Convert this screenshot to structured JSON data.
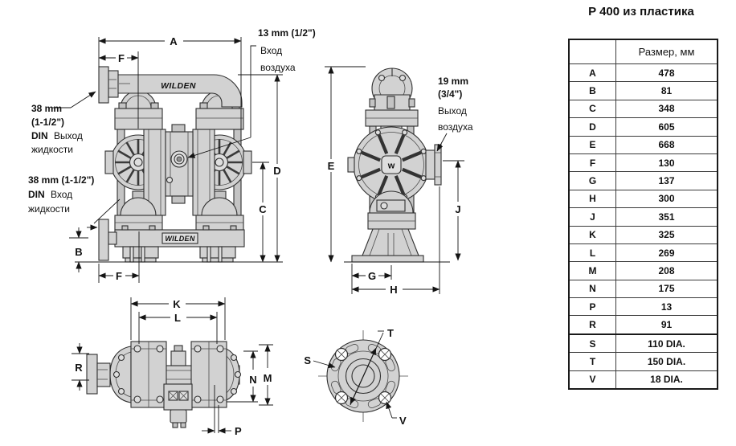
{
  "title": "P 400 из пластика",
  "table": {
    "header": "Размер, мм",
    "rows": [
      {
        "dim": "A",
        "value": "478"
      },
      {
        "dim": "B",
        "value": "81"
      },
      {
        "dim": "C",
        "value": "348"
      },
      {
        "dim": "D",
        "value": "605"
      },
      {
        "dim": "E",
        "value": "668"
      },
      {
        "dim": "F",
        "value": "130"
      },
      {
        "dim": "G",
        "value": "137"
      },
      {
        "dim": "H",
        "value": "300"
      },
      {
        "dim": "J",
        "value": "351"
      },
      {
        "dim": "K",
        "value": "325"
      },
      {
        "dim": "L",
        "value": "269"
      },
      {
        "dim": "M",
        "value": "208"
      },
      {
        "dim": "N",
        "value": "175"
      },
      {
        "dim": "P",
        "value": "13"
      },
      {
        "dim": "R",
        "value": "91"
      },
      {
        "dim": "S",
        "value": "110 DIA."
      },
      {
        "dim": "T",
        "value": "150 DIA."
      },
      {
        "dim": "V",
        "value": "18 DIA."
      }
    ]
  },
  "annotations": {
    "air_inlet": {
      "size": "13 mm (1/2\")",
      "line1": "Вход",
      "line2": "воздуха"
    },
    "air_outlet": {
      "size1": "19 mm",
      "size2": "(3/4\")",
      "line1": "Выход",
      "line2": "воздуха"
    },
    "fluid_outlet": {
      "size1": "38 mm",
      "size2": "(1-1/2\")",
      "din": "DIN",
      "line1": "Выход",
      "line2": "жидкости"
    },
    "fluid_inlet": {
      "size1": "38 mm (1-1/2\")",
      "din": "DIN",
      "line1": "Вход",
      "line2": "жидкости"
    }
  },
  "brand": {
    "manifold_top": "WILDEN",
    "manifold_bottom": "WILDEN",
    "hub_logo": "w"
  },
  "dim_labels": {
    "A": "A",
    "B": "B",
    "C": "C",
    "D": "D",
    "E": "E",
    "F": "F",
    "G": "G",
    "H": "H",
    "J": "J",
    "K": "K",
    "L": "L",
    "M": "M",
    "N": "N",
    "P": "P",
    "R": "R",
    "S": "S",
    "T": "T",
    "V": "V"
  }
}
